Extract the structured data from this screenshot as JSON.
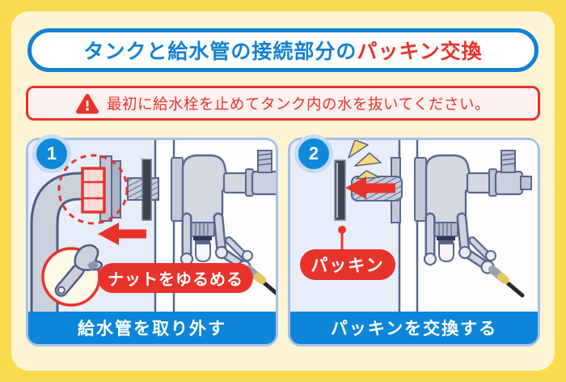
{
  "colors": {
    "frame_yellow": "#F9DB4F",
    "card_yellow": "#FCF4D3",
    "accent_blue": "#1182D4",
    "accent_red": "#E8332C",
    "panel_bg_blue": "#E7EEFA",
    "panel_border_blue": "#A6BFEC",
    "caption_bar_blue": "#0C86D9"
  },
  "title": {
    "prefix": "タンクと給水管の接続部分の",
    "highlight": "パッキン交換"
  },
  "warning": {
    "icon": "warning-triangle-icon",
    "text": "最初に給水栓を止めてタンク内の水を抜いてください。"
  },
  "steps": [
    {
      "number": "1",
      "label": "ナットをゆるめる",
      "caption": "給水管を取り外す",
      "icons": [
        "wrench-icon",
        "arrow-left-icon",
        "nut-highlight-circle"
      ]
    },
    {
      "number": "2",
      "label": "パッキン",
      "caption": "パッキンを交換する",
      "icons": [
        "sparkle-icon",
        "arrow-left-icon",
        "packing-pointer"
      ]
    }
  ]
}
